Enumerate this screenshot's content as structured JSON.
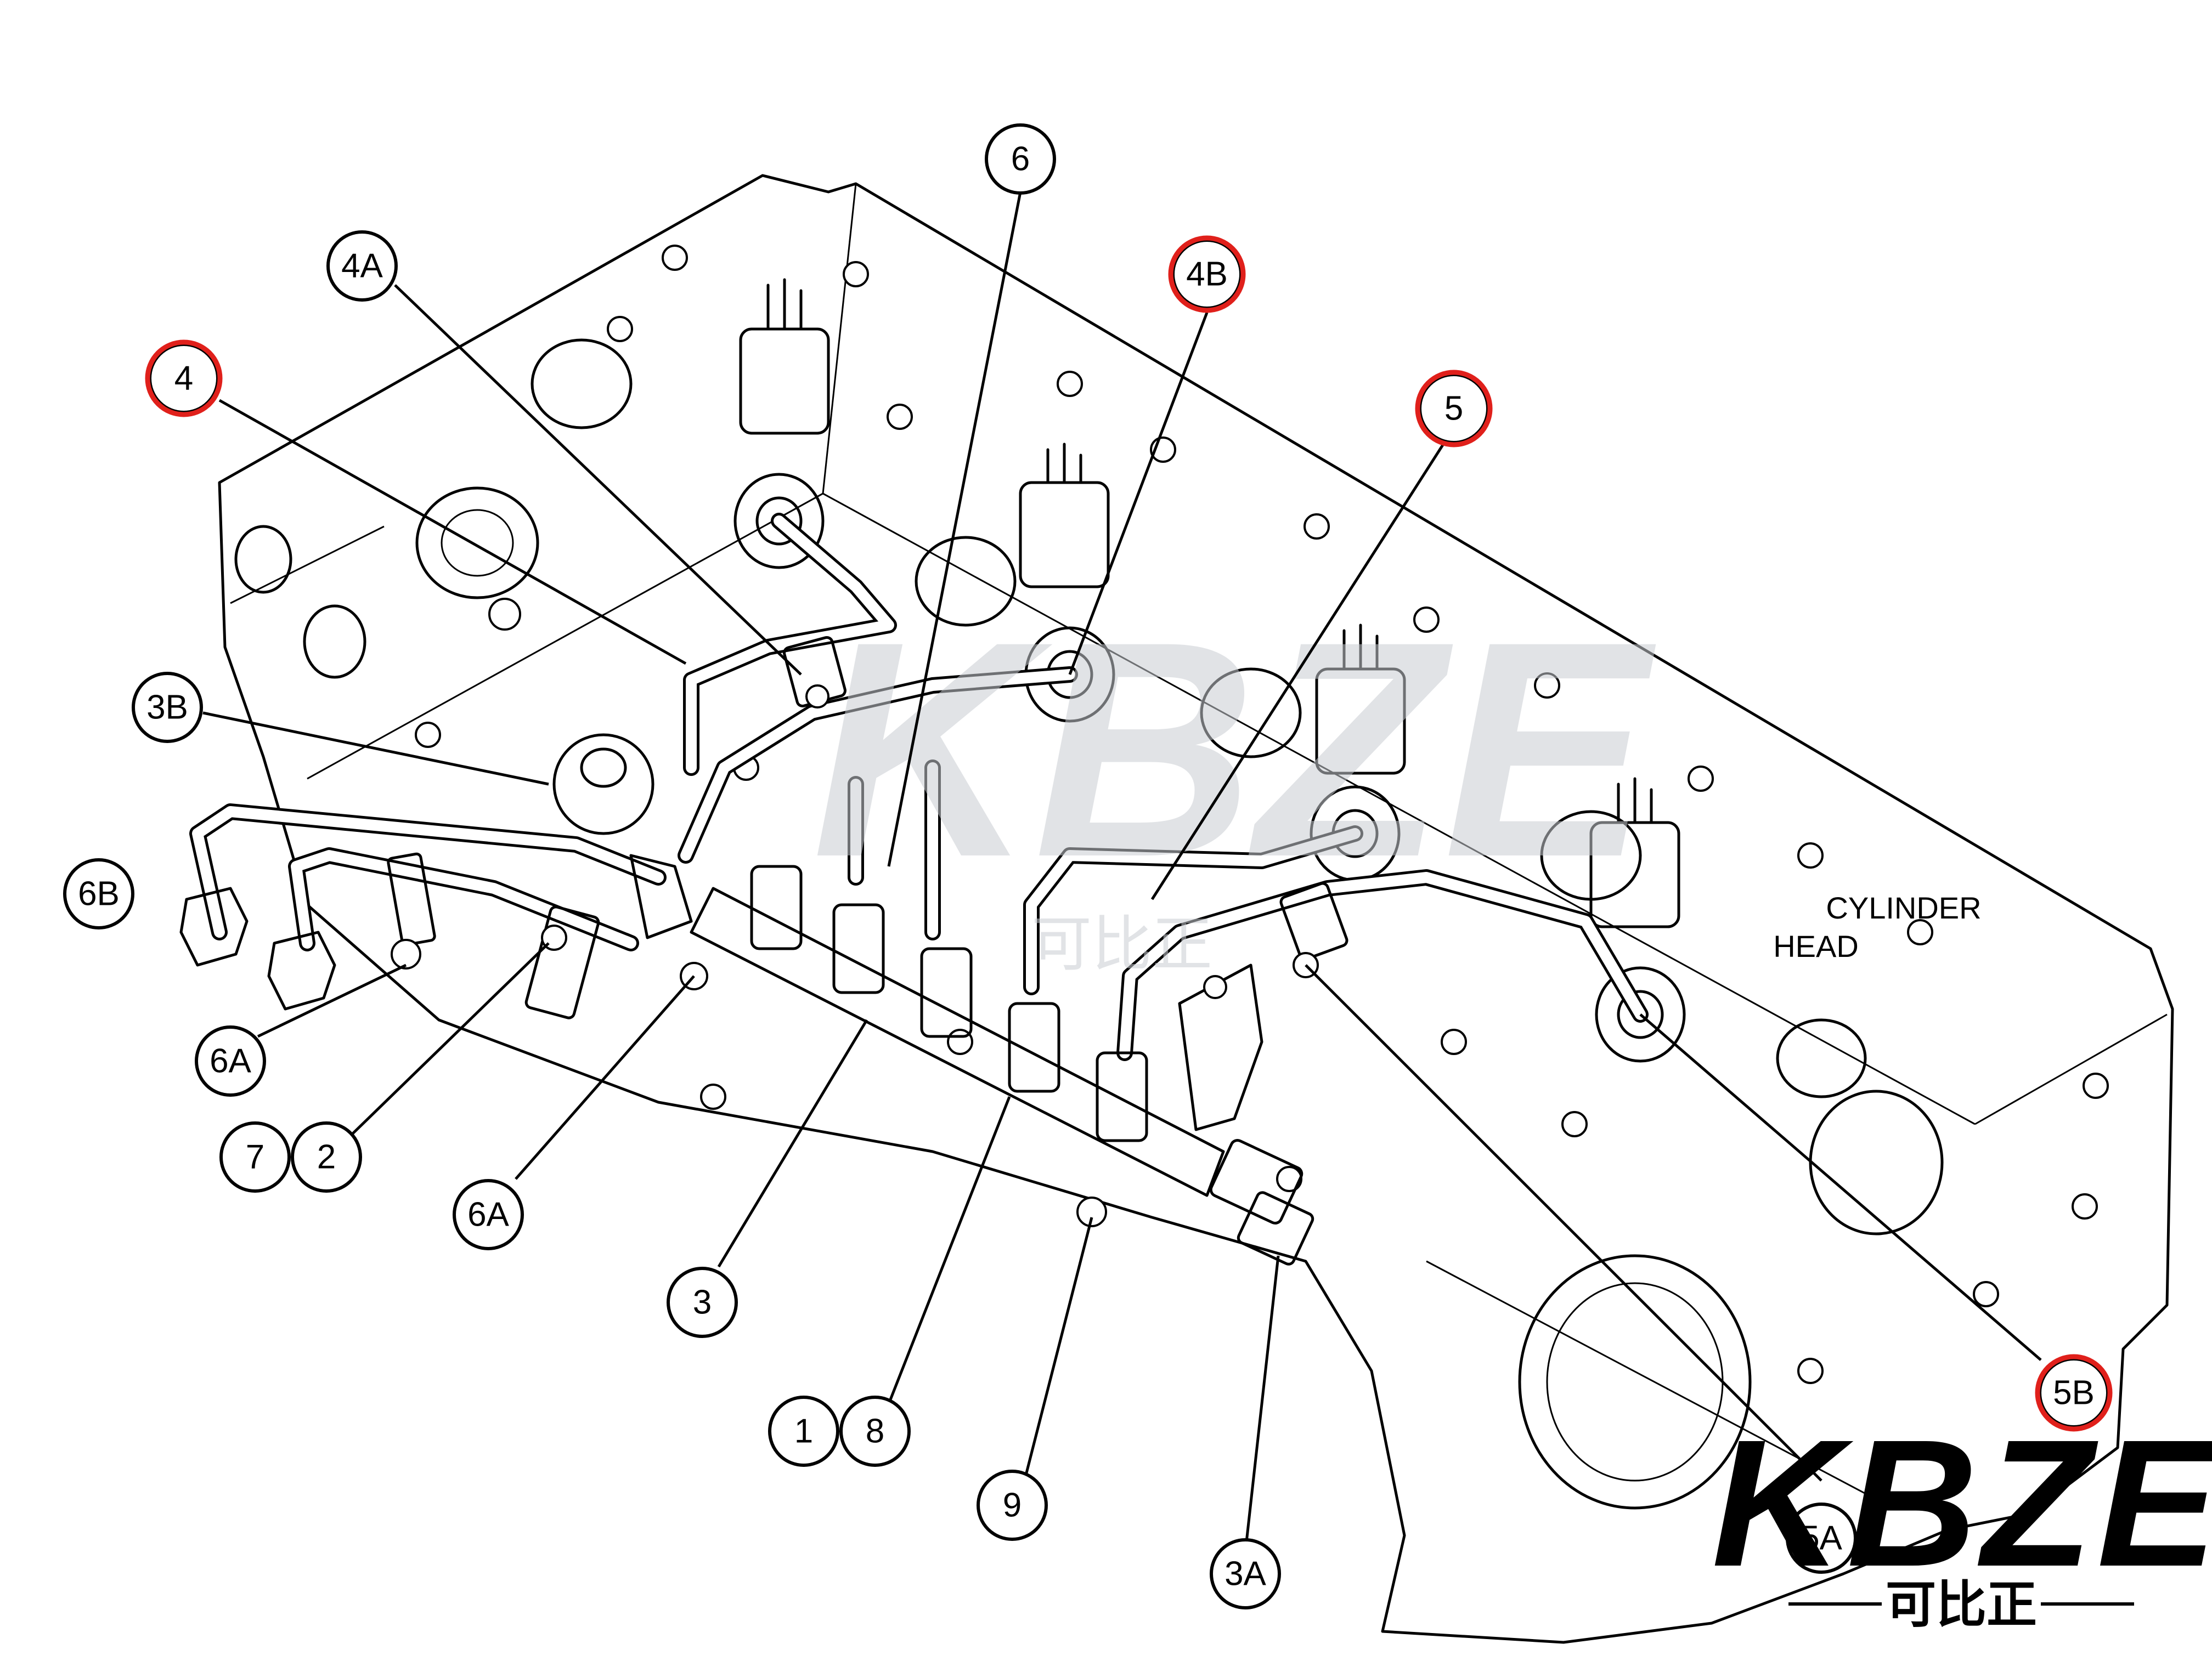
{
  "diagram": {
    "part_label": [
      "CYLINDER",
      "HEAD"
    ],
    "watermark": {
      "text": "KBZE",
      "sub": "可比正"
    },
    "logo": {
      "text": "KBZE",
      "sub": "可比正"
    },
    "callouts": [
      {
        "id": "c-6",
        "label": "6",
        "highlighted": false
      },
      {
        "id": "c-4A",
        "label": "4A",
        "highlighted": false
      },
      {
        "id": "c-4B",
        "label": "4B",
        "highlighted": true
      },
      {
        "id": "c-4",
        "label": "4",
        "highlighted": true
      },
      {
        "id": "c-5",
        "label": "5",
        "highlighted": true
      },
      {
        "id": "c-3B",
        "label": "3B",
        "highlighted": false
      },
      {
        "id": "c-6B",
        "label": "6B",
        "highlighted": false
      },
      {
        "id": "c-6A-left",
        "label": "6A",
        "highlighted": false
      },
      {
        "id": "c-7",
        "label": "7",
        "highlighted": false
      },
      {
        "id": "c-2",
        "label": "2",
        "highlighted": false
      },
      {
        "id": "c-6A-mid",
        "label": "6A",
        "highlighted": false
      },
      {
        "id": "c-3",
        "label": "3",
        "highlighted": false
      },
      {
        "id": "c-1",
        "label": "1",
        "highlighted": false
      },
      {
        "id": "c-8",
        "label": "8",
        "highlighted": false
      },
      {
        "id": "c-9",
        "label": "9",
        "highlighted": false
      },
      {
        "id": "c-3A",
        "label": "3A",
        "highlighted": false
      },
      {
        "id": "c-5A",
        "label": "5A",
        "highlighted": false
      },
      {
        "id": "c-5B",
        "label": "5B",
        "highlighted": true
      }
    ],
    "colors": {
      "highlight": "#e0201b",
      "line": "#000000",
      "watermark": "#c9cdd2"
    }
  }
}
